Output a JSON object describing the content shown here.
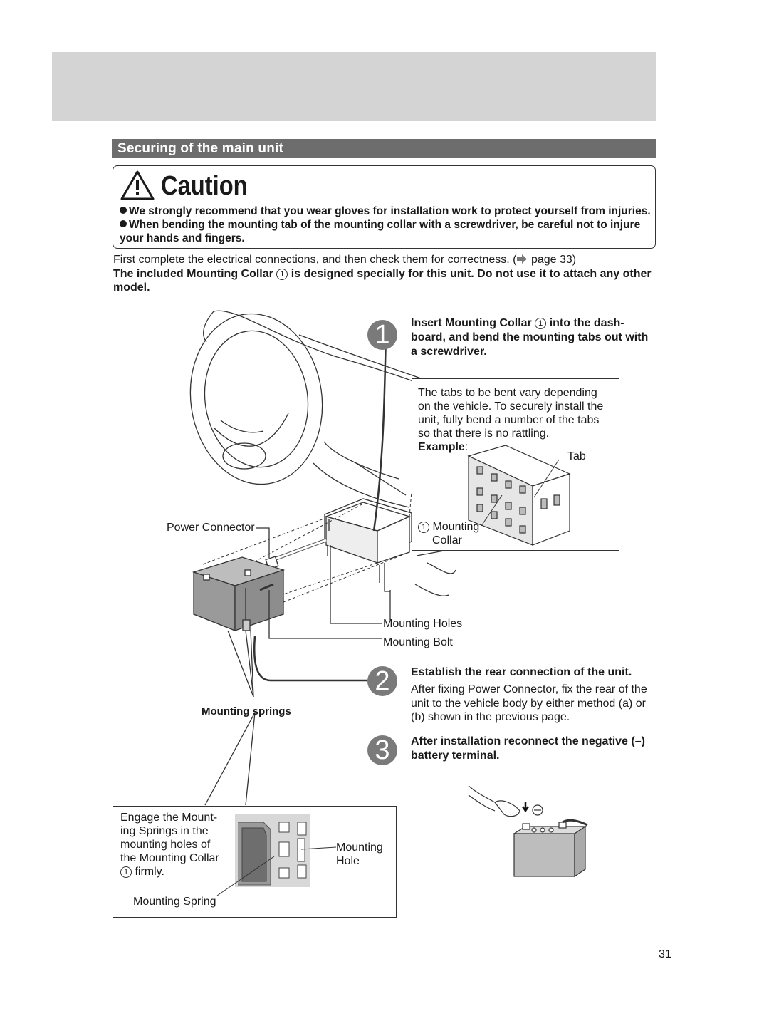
{
  "header": {
    "section_title": "Securing of the main unit"
  },
  "caution": {
    "title": "Caution",
    "bullets": [
      "We strongly recommend that you wear gloves for installation work to protect yourself from injuries.",
      "When bending the mounting tab of the mounting collar with a screwdriver, be careful not to injure your hands and fingers."
    ]
  },
  "intro": {
    "line1_text": "First complete the electrical connections, and then check them for correctness. (",
    "line1_ref": "page 33)",
    "line2_a": "The included Mounting Collar",
    "line2_num": "1",
    "line2_b": "is designed specially for this unit. Do not use it to attach any other model."
  },
  "steps": [
    {
      "number": "1",
      "title_a": "Insert Mounting Collar",
      "title_num": "1",
      "title_b": "into the dash-",
      "title_line2": "board, and bend the mounting tabs out with",
      "title_line3": "a screwdriver."
    },
    {
      "number": "2",
      "title": "Establish the rear connection of the unit.",
      "body_line1": "After fixing Power Connector, fix the rear of the",
      "body_line2": "unit to the vehicle body by either method (a) or",
      "body_line3": "(b) shown in the previous page."
    },
    {
      "number": "3",
      "title_line1": "After installation reconnect the negative (–)",
      "title_line2": "battery terminal."
    }
  ],
  "example_box": {
    "line1": "The tabs to be bent vary depending",
    "line2": "on the vehicle.  To securely install the",
    "line3": "unit, fully bend a number of the tabs",
    "line4": "so that there is no rattling.",
    "example_label": "Example",
    "example_colon": ":",
    "tab_label": "Tab",
    "collar_num": "1",
    "collar_label_1": "Mounting",
    "collar_label_2": "Collar"
  },
  "diagram_labels": {
    "power_connector": "Power Connector",
    "mounting_holes": "Mounting Holes",
    "mounting_bolt": "Mounting Bolt",
    "mounting_springs": "Mounting springs"
  },
  "spring_box": {
    "line1": "Engage the Mount-",
    "line2": "ing Springs in the",
    "line3": "mounting holes of",
    "line4": "the Mounting Collar",
    "line5_num": "1",
    "line5_text": "firmly.",
    "mounting_spring": "Mounting Spring",
    "mounting_hole_1": "Mounting",
    "mounting_hole_2": "Hole"
  },
  "footer": {
    "page_number": "31"
  },
  "icons": {
    "warning": "warning-triangle-icon",
    "arrow": "right-arrow-icon"
  },
  "colors": {
    "section_bar": "#6d6d6d",
    "top_band": "#d4d4d4",
    "step_circle": "#7a7a7a"
  }
}
